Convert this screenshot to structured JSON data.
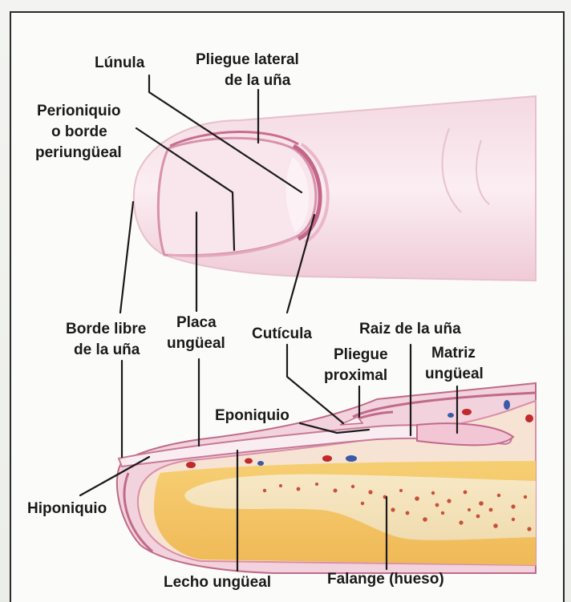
{
  "labels": {
    "lunula": "Lúnula",
    "pliegue_lateral": [
      "Pliegue lateral",
      "de la uña"
    ],
    "perioniquio": [
      "Perioniquio",
      "o borde",
      "periungüeal"
    ],
    "borde_libre": [
      "Borde libre",
      "de la uña"
    ],
    "placa": [
      "Placa",
      "ungüeal"
    ],
    "cuticula": "Cutícula",
    "raiz": "Raiz de la uña",
    "pliegue_proximal": [
      "Pliegue",
      "proximal"
    ],
    "matriz": [
      "Matriz",
      "ungüeal"
    ],
    "eponiquio": "Eponiquio",
    "hiponiquio": "Hiponiquio",
    "lecho": "Lecho ungüeal",
    "falange": "Falange (hueso)"
  },
  "colors": {
    "skin": "#f2d2dc",
    "skin_edge": "#c06a8a",
    "nail": "#f7e3ea",
    "bone_yellow": "#f3c66a",
    "bone_light": "#f5e7c8",
    "marrow_dot": "#c7503a",
    "vessel_red": "#c02a2a",
    "vessel_blue": "#3a5aa8",
    "ink": "#1a1a1a"
  }
}
